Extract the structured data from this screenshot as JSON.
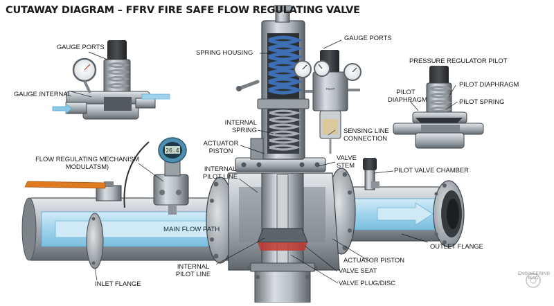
{
  "title": "CUTAWAY DIAGRAM – FFRV FIRE SAFE FLOW REGULATING VALVE",
  "labels": {
    "gauge_ports_left": "GAUGE PORTS",
    "gauge_internal": "GAUGE INTERNAL",
    "spring_housing": "SPRING HOUSING",
    "gauge_ports_right": "GAUGE PORTS",
    "pressure_regulator_pilot": "PRESSURE REGULATOR PILOT",
    "pilot_diaphragm_left_1": "PILOT",
    "pilot_diaphragm_left_2": "DIAPHRAGM",
    "pilot_diaphragm_right": "PILOT DIAPHRAGM",
    "pilot_spring": "PILOT SPRING",
    "internal_spring_1": "INTERNAL",
    "internal_spring_2": "SPRING",
    "sensing_line_1": "SENSING LINE",
    "sensing_line_2": "CONNECTION",
    "actuator_piston_top_1": "ACTUATOR",
    "actuator_piston_top_2": "PISTON",
    "flow_mech_1": "FLOW REGULATING MECHANISM",
    "flow_mech_2": "MODULATSM)",
    "valve_stem_1": "VALVE",
    "valve_stem_2": "STEM",
    "internal_pilot_top_1": "INTERNAL",
    "internal_pilot_top_2": "PILOT LINE",
    "pilot_valve_chamber": "PILOT VALVE CHAMBER",
    "main_flow_path": "MAIN FLOW PATH",
    "outlet_flange": "OUTLET FLANGE",
    "actuator_piston_bottom": "ACTUATOR PISTON",
    "internal_pilot_bottom_1": "INTERNAL",
    "internal_pilot_bottom_2": "PILOT LINE",
    "valve_seat": "VALVE SEAT",
    "inlet_flange": "INLET FLANGE",
    "valve_plug": "VALVE PLUG/DISC"
  },
  "transmitter_display": "26.4",
  "watermark": {
    "line1": "ENGINEERING",
    "line2": "BLOG"
  },
  "colors": {
    "steel": "#b9c0c6",
    "steel_dark": "#6f777e",
    "spring_blue": "#3e6fb4",
    "flow_blue": "#a9d8ee",
    "handle_orange": "#e07a1f",
    "text": "#141414"
  }
}
